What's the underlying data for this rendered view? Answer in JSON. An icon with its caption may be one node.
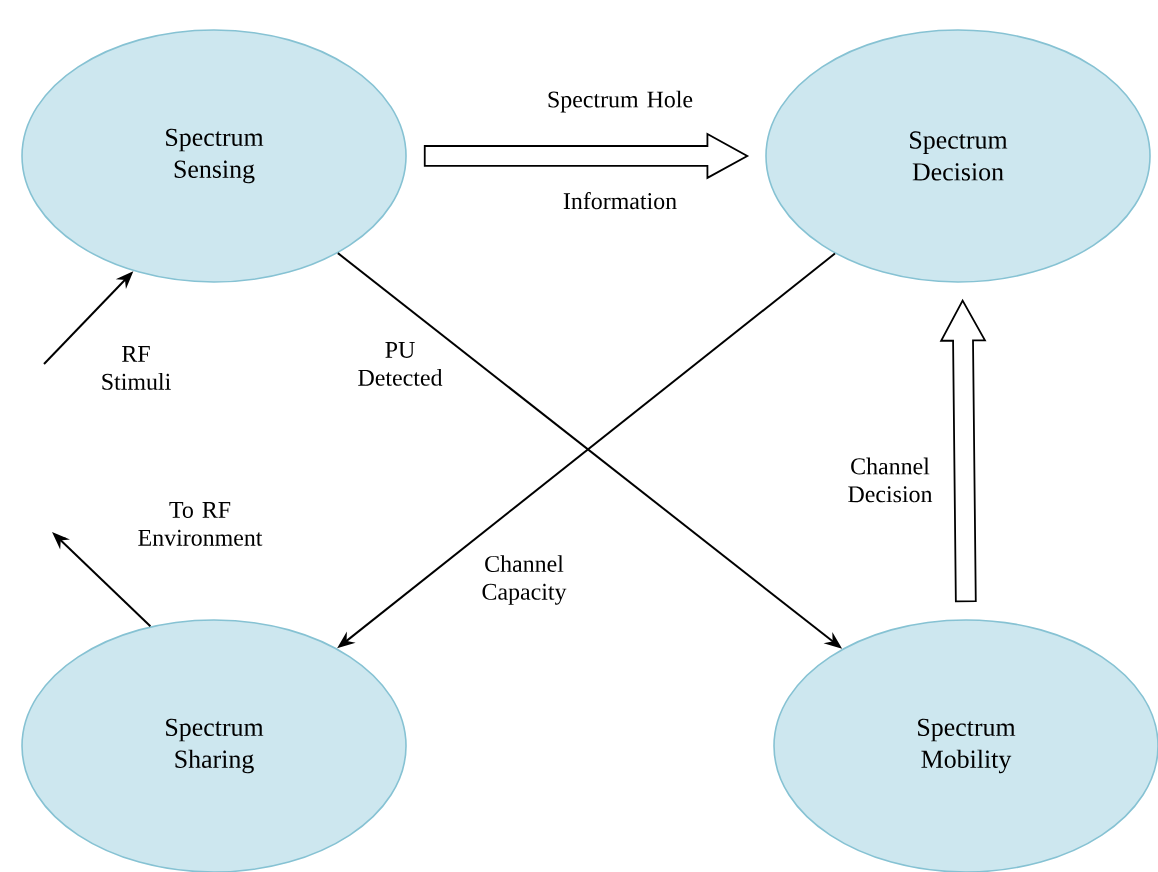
{
  "diagram": {
    "nodes": [
      {
        "text": [
          "Spectrum Sensing"
        ]
      },
      {
        "text": [
          "Spectrum Decision"
        ]
      },
      {
        "text": [
          "Spectrum Sharing"
        ]
      },
      {
        "text": [
          "Spectrum Mobility"
        ]
      }
    ],
    "edges": [
      {
        "from": 0,
        "to": 1,
        "arrow": "to",
        "label": "Spectrum Hole Information",
        "style": "thick"
      },
      {
        "from": 0,
        "to": 3,
        "arrow": "to",
        "label": "PU Detected"
      },
      {
        "from": 1,
        "to": 2,
        "arrow": "to",
        "label": "Channel Capacity"
      },
      {
        "from": 3,
        "to": 1,
        "arrow": "to",
        "label": "Channel Decision",
        "style": "thick"
      },
      {
        "from": null,
        "to": 0,
        "arrow": "to",
        "label": "RF Stimuli"
      },
      {
        "from": 2,
        "to": null,
        "arrow": "to",
        "label": "To RF Environment"
      }
    ]
  }
}
